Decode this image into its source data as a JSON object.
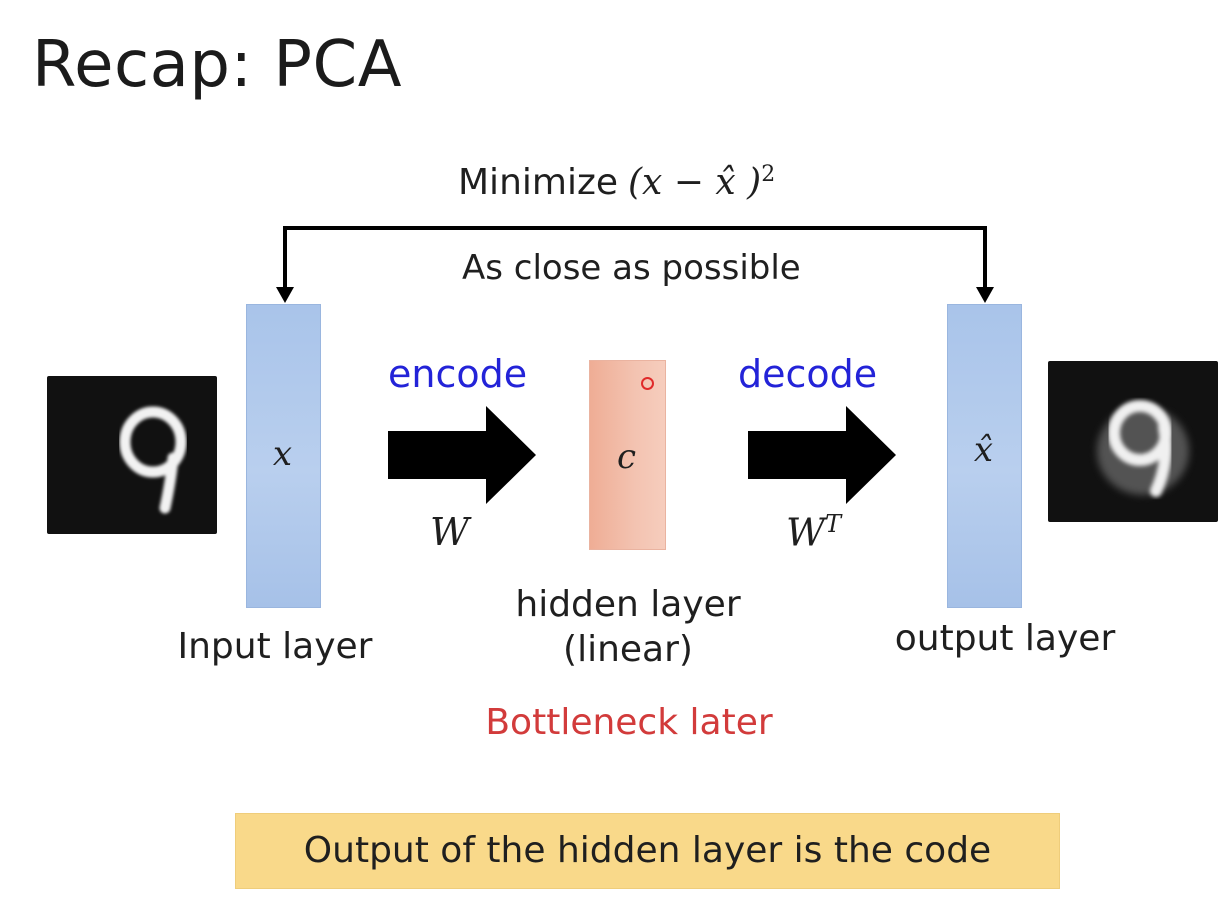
{
  "title": "Recap: PCA",
  "objective": {
    "label": "Minimize",
    "formula": "(x − x̂ )",
    "exponent": "2",
    "note": "As close as possible"
  },
  "layers": {
    "input": {
      "symbol": "x",
      "label": "Input layer"
    },
    "hidden": {
      "symbol": "c",
      "label_line1": "hidden layer",
      "label_line2": "(linear)",
      "note": "Bottleneck later"
    },
    "output": {
      "symbol": "x̂",
      "label": "output layer"
    }
  },
  "arrows": {
    "encode": {
      "label": "encode",
      "weight": "W"
    },
    "decode": {
      "label": "decode",
      "weight": "W",
      "weight_sup": "T"
    }
  },
  "callout": "Output of the hidden layer is the code",
  "colors": {
    "layer_blue": "#a9c4ea",
    "hidden_salmon": "#f3c3b1",
    "label_blue": "#2323d8",
    "note_red": "#d23b3b",
    "callout_yellow": "#f9d98a"
  }
}
